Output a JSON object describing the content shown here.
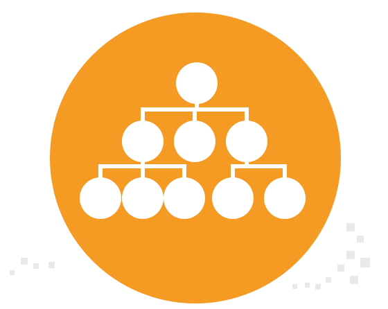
{
  "icon": {
    "name": "org-chart-icon",
    "hierarchy": {
      "levels": 3,
      "root_count": 1,
      "second_level_count": 3,
      "third_level_count": 5
    }
  },
  "colors": {
    "background": "#ffffff",
    "badge": "#f59a23",
    "glyph": "#ffffff",
    "decor": "#e9e9e9"
  }
}
